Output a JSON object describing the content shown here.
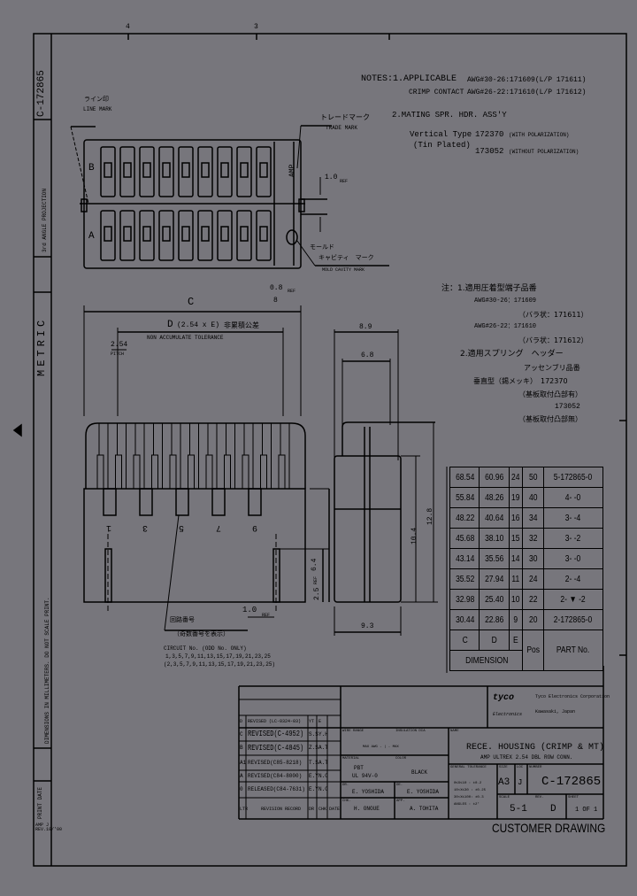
{
  "colors": {
    "paper": "#77767c",
    "ink": "#000000"
  },
  "border": {
    "zone_labels": [
      "4",
      "3"
    ],
    "left_margin": {
      "drawing_number": "C-172865",
      "projection": "3rd ANGLE PROJECTION",
      "units": "METRIC",
      "note": "DIMENSIONS IN MILLIMETERS. DO NOT SCALE PRINT.",
      "print_date_label": "PRINT DATE",
      "form_number": "AMP J REV.10/'00"
    }
  },
  "notes_en": {
    "title": "NOTES:1.APPLICABLE",
    "line1": "AWG#30-26:171609(L/P 171611)",
    "line2_label": "CRIMP CONTACT",
    "line2": "AWG#26-22:171610(L/P 171612)",
    "item2": "2.MATING SPR. HDR. ASS'Y",
    "type_label": "Vertical Type",
    "plating": "(Tin Plated)",
    "pn1": "172370",
    "pn1_note": "(WITH POLARIZATION)",
    "pn2": "173052",
    "pn2_note": "(WITHOUT POLARIZATION)"
  },
  "notes_jp": {
    "line1": "注：1.適用圧着型端子品番",
    "line2": "AWG#30-26：171609",
    "line3": "（バラ状：171611）",
    "line4": "AWG#26-22：171610",
    "line5": "（バラ状：171612）",
    "line6": "2.適用スプリング　ヘッダー",
    "line7": "アッセンブリ品番",
    "line8": "垂直型（錫メッキ）　172370",
    "line9": "（基板取付凸部有）",
    "line10": "173052",
    "line11": "（基板取付凸部無）"
  },
  "top_view": {
    "line_mark_jp": "ライン印",
    "line_mark": "LINE MARK",
    "trade_mark_jp": "トレードマーク",
    "trade_mark": "TRADE MARK",
    "logo": "AMP",
    "row_b": "B",
    "row_a": "A",
    "ref_dim": "1.0",
    "ref_label": "REF",
    "mold_jp1": "モールド",
    "mold_jp2": "キャビティ　マーク",
    "mold": "MOLD CAVITY MARK"
  },
  "front_view": {
    "dim_c": "C",
    "dim_d": "D",
    "dim_d_formula": "(2.54 x E)",
    "dim_d_jp": "非累積公差",
    "dim_d_note": "NON ACCUMULATE TOLERANCE",
    "pitch": "2.54",
    "pitch_label": "PITCH",
    "ref08": "0.8",
    "ref08_label": "REF",
    "dim_8": "8",
    "circuit_numbers": [
      "1",
      "3",
      "5",
      "7",
      "9"
    ],
    "dim_64": "6.4",
    "dim_25": "2.5",
    "ref_label": "REF",
    "dim_10": "1.0",
    "circuit_jp": "回路番号",
    "circuit_jp2": "（奇数番号を表示）",
    "circuit_label": "CIRCUIT No. (ODD No. ONLY)",
    "circuit_list1": "1,3,5,7,9,11,13,15,17,19,21,23,25",
    "circuit_list2": "(2,3,5,7,9,11,13,15,17,19,21,23,25)"
  },
  "side_view": {
    "width_outer": "8.9",
    "width_inner": "6.8",
    "height_total": "12.8",
    "height_body": "10.4",
    "base": "9.3"
  },
  "dimension_table": {
    "rows": [
      {
        "c": "68.54",
        "d": "60.96",
        "e": "24",
        "pos": "50",
        "part": "5-172865-0"
      },
      {
        "c": "55.84",
        "d": "48.26",
        "e": "19",
        "pos": "40",
        "part": "4-    -0"
      },
      {
        "c": "48.22",
        "d": "40.64",
        "e": "16",
        "pos": "34",
        "part": "3-    -4"
      },
      {
        "c": "45.68",
        "d": "38.10",
        "e": "15",
        "pos": "32",
        "part": "3-    -2"
      },
      {
        "c": "43.14",
        "d": "35.56",
        "e": "14",
        "pos": "30",
        "part": "3-    -0"
      },
      {
        "c": "35.52",
        "d": "27.94",
        "e": "11",
        "pos": "24",
        "part": "2-    -4"
      },
      {
        "c": "32.98",
        "d": "25.40",
        "e": "10",
        "pos": "22",
        "part": "2-  ▼  -2"
      },
      {
        "c": "30.44",
        "d": "22.86",
        "e": "9",
        "pos": "20",
        "part": "2-172865-0"
      }
    ],
    "headers": {
      "c": "C",
      "d": "D",
      "e": "E",
      "dimension": "DIMENSION",
      "pos": "Pos",
      "part": "PART No."
    }
  },
  "title_block": {
    "revisions": [
      {
        "rev": "D",
        "desc": "REVISED (LC-0324-03)",
        "dr": "YT",
        "chk": "E",
        "date": ""
      },
      {
        "rev": "C",
        "desc": "REVISED(C-4952)",
        "dr": "S.S",
        "chk": "Y.H",
        "date": ""
      },
      {
        "rev": "B",
        "desc": "REVISED(C-4845)",
        "dr": "Z.S",
        "chk": "A.T",
        "date": ""
      },
      {
        "rev": "A1",
        "desc": "REVISED(C85-8218)",
        "dr": "T.S",
        "chk": "A.T",
        "date": ""
      },
      {
        "rev": "A",
        "desc": "REVISED(C84-8000)",
        "dr": "E.Y",
        "chk": "N.O",
        "date": ""
      },
      {
        "rev": "0",
        "desc": "RELEASED(C84-7631)",
        "dr": "E.Y",
        "chk": "N.O",
        "date": ""
      }
    ],
    "rev_header": {
      "ltr": "LTR",
      "desc": "REVISION RECORD",
      "dr": "DR",
      "chk": "CHK",
      "date": "DATE"
    },
    "wire_range_label": "WIRE RANGE",
    "insulation_label": "INSULATION DIA",
    "wire_value": "MAX AWG  -  |   -   MAX",
    "material_label": "MATERIAL",
    "material": "PBT",
    "material2": "UL 94V-0",
    "color_label": "COLOR",
    "color": "BLACK",
    "dr_label": "DR.",
    "dr_name": "E. YOSHIDA",
    "de_label": "DE.",
    "de_name": "E. YOSHIDA",
    "chk_label": "CHK.",
    "chk_name": "H. ONOUE",
    "app_label": "APP.",
    "app_name": "A. TOHITA",
    "logo": "tyco",
    "logo_sub": "Electronics",
    "company": "Tyco Electronics Corporation",
    "location": "Kawasaki, Japan",
    "name_label": "NAME",
    "name": "RECE. HOUSING (CRIMP & MT)",
    "subname": "AMP ULTREX 2.54 DBL ROW CONN.",
    "tolerance_label": "GENERAL TOLERANCE",
    "tolerances": [
      "0≤X≤10  : ±0.2",
      "10<X≤30 : ±0.25",
      "30<X≤100: ±0.3",
      "ANGLES  : ±2°"
    ],
    "size_label": "SIZE",
    "size": "A3",
    "loc_label": "LOC",
    "loc": "J",
    "number_label": "NUMBER",
    "number": "C-172865",
    "scale_label": "SCALE",
    "scale": "5-1",
    "rev_label": "REV.",
    "rev": "D",
    "sheet_label": "SHEET",
    "sheet": "1 OF 1"
  },
  "footer": "CUSTOMER DRAWING"
}
